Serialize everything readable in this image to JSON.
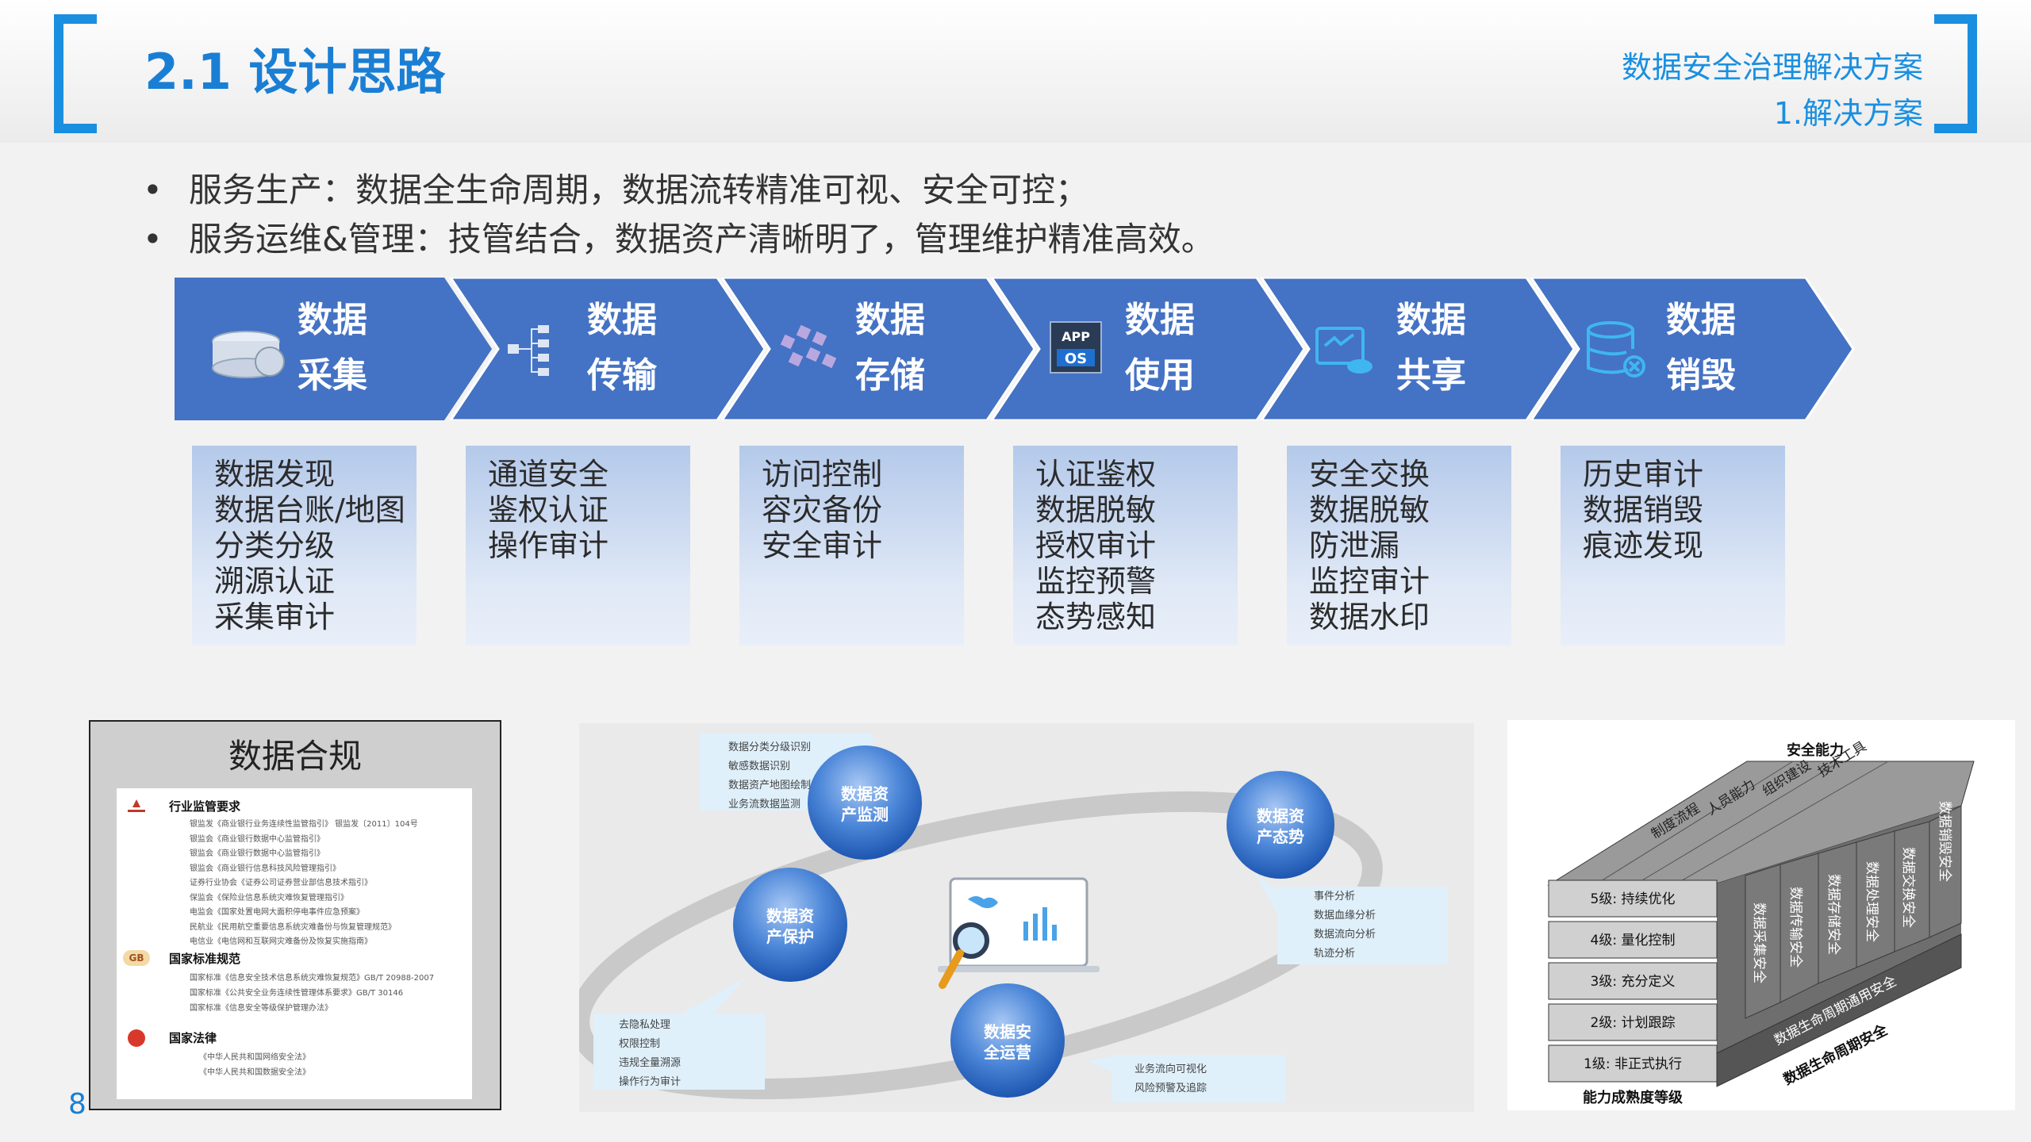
{
  "header": {
    "title": "2.1 设计思路",
    "subtitle1": "数据安全治理解决方案",
    "subtitle2": "1.解决方案"
  },
  "bullets": [
    "服务生产：数据全生命周期，数据流转精准可视、安全可控；",
    "服务运维&管理：技管结合，数据资产清晰明了，管理维护精准高效。"
  ],
  "bullet_symbol": "•",
  "stages": [
    {
      "line1": "数据",
      "line2": "采集",
      "icon": "database-icon"
    },
    {
      "line1": "数据",
      "line2": "传输",
      "icon": "network-icon"
    },
    {
      "line1": "数据",
      "line2": "存储",
      "icon": "storage-icon"
    },
    {
      "line1": "数据",
      "line2": "使用",
      "icon": "app-os-icon",
      "icon_text1": "APP",
      "icon_text2": "OS"
    },
    {
      "line1": "数据",
      "line2": "共享",
      "icon": "share-icon"
    },
    {
      "line1": "数据",
      "line2": "销毁",
      "icon": "delete-database-icon"
    }
  ],
  "stage_details": [
    [
      "数据发现",
      "数据台账/地图",
      "分类分级",
      "溯源认证",
      "采集审计"
    ],
    [
      "通道安全",
      "鉴权认证",
      "操作审计"
    ],
    [
      "访问控制",
      "容灾备份",
      "安全审计"
    ],
    [
      "认证鉴权",
      "数据脱敏",
      "授权审计",
      "监控预警",
      "态势感知"
    ],
    [
      "安全交换",
      "数据脱敏",
      "防泄漏",
      "监控审计",
      "数据水印"
    ],
    [
      "历史审计",
      "数据销毁",
      "痕迹发现"
    ]
  ],
  "compliance": {
    "title": "数据合规",
    "sections": [
      {
        "heading": "行业监管要求",
        "items": [
          "银监发《商业银行业务连续性监管指引》 银监发〔2011〕104号",
          "银监会《商业银行数据中心监管指引》",
          "银监会《商业银行数据中心监管指引》",
          "银监会《商业银行信息科技风险管理指引》",
          "证券行业协会《证券公司证券营业部信息技术指引》",
          "保监会《保险业信息系统灾难恢复管理指引》",
          "电监会《国家处置电网大面积停电事件应急预案》",
          "民航业《民用航空重要信息系统灾难备份与恢复管理规范》",
          "电信业《电信网和互联网灾难备份及恢复实施指南》"
        ]
      },
      {
        "heading": "国家标准规范",
        "items": [
          "国家标准《信息安全技术信息系统灾难恢复规范》GB/T 20988-2007",
          "国家标准《公共安全业务连续性管理体系要求》GB/T 30146",
          "国家标准《信息安全等级保护管理办法》"
        ]
      },
      {
        "heading": "国家法律",
        "items": [
          "《中华人民共和国网络安全法》",
          "《中华人民共和国数据安全法》"
        ]
      }
    ],
    "gb_badge": "GB"
  },
  "cycle": {
    "nodes": [
      {
        "label1": "数据资",
        "label2": "产监测"
      },
      {
        "label1": "数据资",
        "label2": "产态势"
      },
      {
        "label1": "数据资",
        "label2": "产保护"
      },
      {
        "label1": "数据安",
        "label2": "全运营"
      }
    ],
    "callouts": [
      [
        "数据分类分级识别",
        "敏感数据识别",
        "数据资产地图绘制",
        "业务流数据监测"
      ],
      [
        "事件分析",
        "数据血缘分析",
        "数据流向分析",
        "轨迹分析"
      ],
      [
        "去隐私处理",
        "权限控制",
        "违规全量溯源",
        "操作行为审计"
      ],
      [
        "业务流向可视化",
        "风险预警及追踪"
      ]
    ]
  },
  "matrix": {
    "top_label": "安全能力",
    "top_items": [
      "制度流程",
      "人员能力",
      "组织建设",
      "技术工具"
    ],
    "levels": [
      "5级: 持续优化",
      "4级: 量化控制",
      "3级: 充分定义",
      "2级: 计划跟踪",
      "1级: 非正式执行"
    ],
    "columns": [
      "数据采集安全",
      "数据传输安全",
      "数据存储安全",
      "数据处理安全",
      "数据交换安全",
      "数据销毁安全"
    ],
    "base_label1": "数据生命周期通用安全",
    "base_label2": "数据生命周期安全",
    "bottom_label": "能力成熟度等级"
  },
  "page_number": "8",
  "colors": {
    "accent": "#1a8fe0",
    "chevron": "#4472c4",
    "title": "#1a7fd4"
  }
}
